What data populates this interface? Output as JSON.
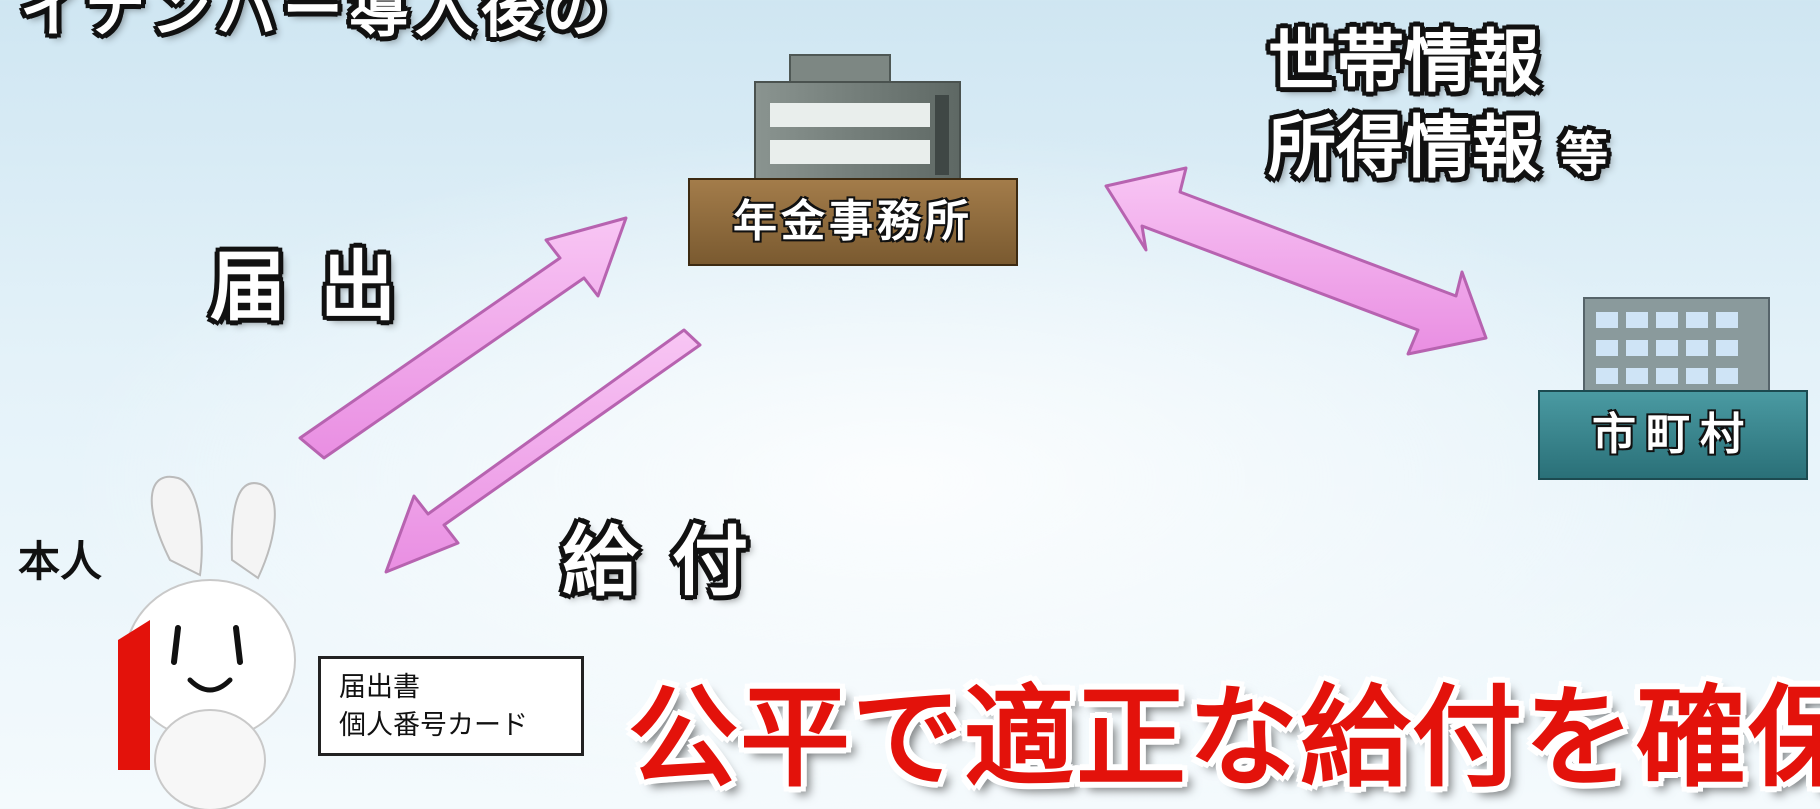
{
  "cut_title": "イナンバー導入後の",
  "flows": {
    "submit_label": "届出",
    "benefit_label": "給付"
  },
  "pension_office": {
    "label": "年金事務所"
  },
  "municipality": {
    "label": "市町村"
  },
  "shared_info": {
    "line1": "世帯情報",
    "line2": "所得情報",
    "suffix": "等"
  },
  "person": {
    "label": "本人",
    "mascot_number": "1"
  },
  "documents": {
    "line1": "届出書",
    "line2": "個人番号カード"
  },
  "slogan": "公平で適正な給付を確保",
  "colors": {
    "arrow_fill": "#f2a3ee",
    "arrow_edge": "#c56fc0",
    "slogan_red": "#e3120b",
    "pension_plate": "#8b6a3b",
    "municipal_plate": "#3a8a92"
  }
}
